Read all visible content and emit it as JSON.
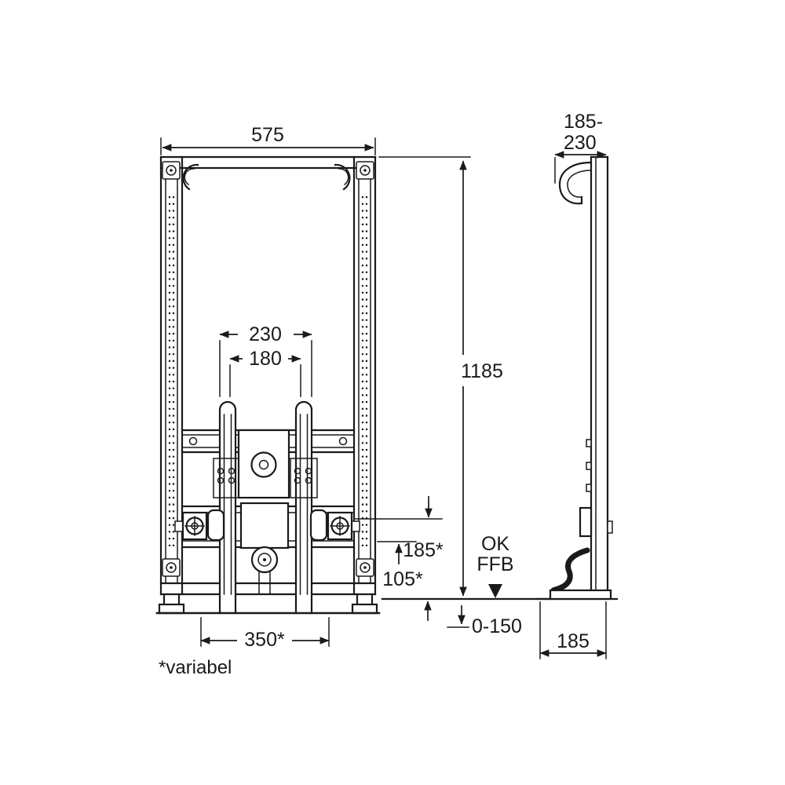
{
  "drawing": {
    "front_view": {
      "dim_width": "575",
      "dim_height": "1185",
      "dim_stud_spacing_outer": "230",
      "dim_stud_spacing_inner": "180",
      "dim_connection_height": "185*",
      "dim_lower_connection_height": "105*",
      "label_ok": "OK",
      "label_ffb": "FFB",
      "dim_floor_buildup": "0-150",
      "dim_drain_span": "350*",
      "note_variable": "*variabel"
    },
    "side_view": {
      "dim_depth_range_line1": "185-",
      "dim_depth_range_line2": "230",
      "dim_base_depth": "185"
    }
  }
}
